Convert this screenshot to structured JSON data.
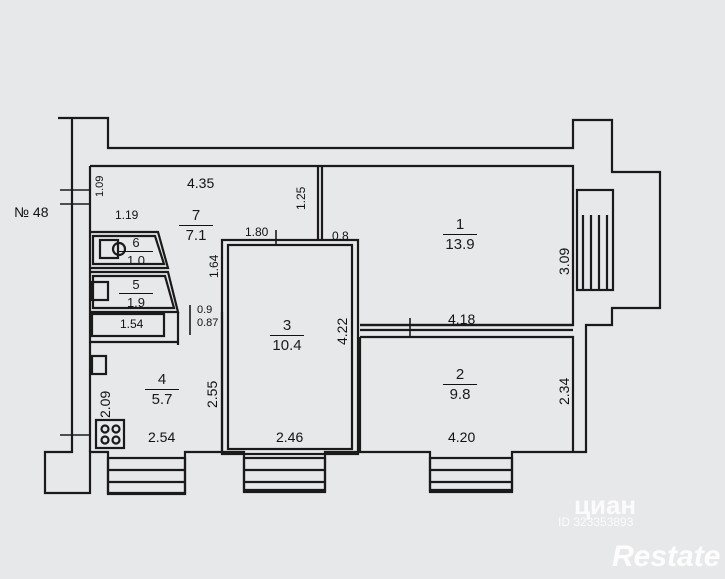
{
  "plan": {
    "house_label": "№ 48",
    "rooms": [
      {
        "number": "1",
        "area": "13.9"
      },
      {
        "number": "2",
        "area": "9.8"
      },
      {
        "number": "3",
        "area": "10.4"
      },
      {
        "number": "4",
        "area": "5.7"
      },
      {
        "number": "5",
        "area": "1.9"
      },
      {
        "number": "6",
        "area": "1.0"
      },
      {
        "number": "7",
        "area": "7.1"
      }
    ],
    "dimensions": {
      "d_435": "4.35",
      "d_109": "1.09",
      "d_119": "1.19",
      "d_125": "1.25",
      "d_180": "1.80",
      "d_08": "0.8",
      "d_164": "1.64",
      "d_309": "3.09",
      "d_19": "0.9",
      "d_087": "0.87",
      "d_154": "1.54",
      "d_422": "4.22",
      "d_418": "4.18",
      "d_209": "2.09",
      "d_255": "2.55",
      "d_234": "2.34",
      "d_254": "2.54",
      "d_246": "2.46",
      "d_420": "4.20"
    }
  },
  "watermarks": {
    "cian": "циан",
    "cian_id": "ID 323353893",
    "restate": "Restate"
  },
  "colors": {
    "background": "#e7e8ea",
    "line": "#1a1a1a",
    "watermark": "#ffffff"
  }
}
